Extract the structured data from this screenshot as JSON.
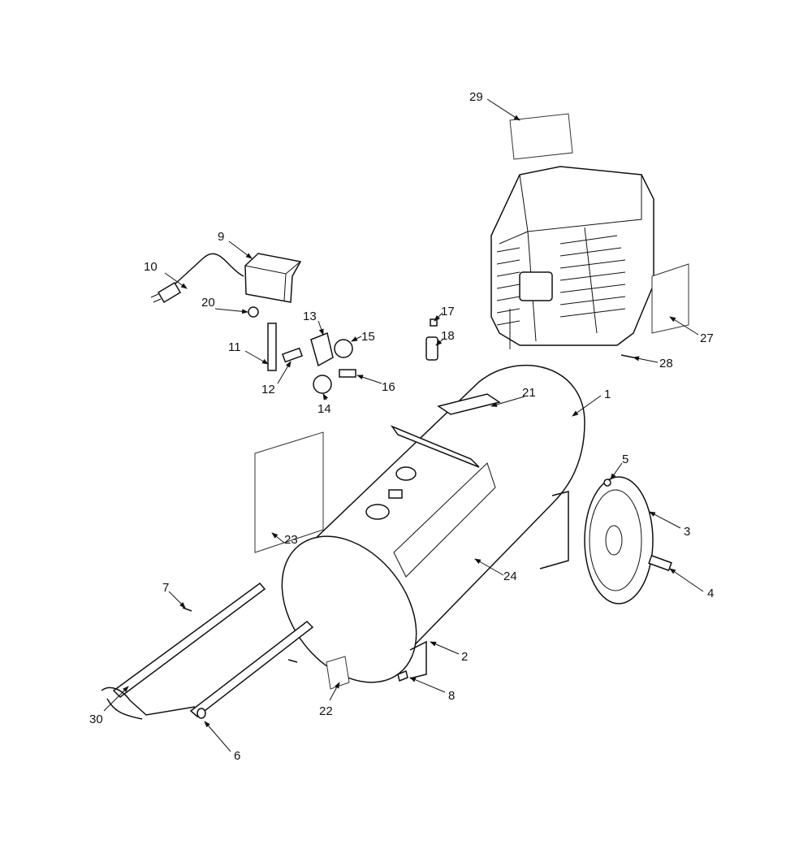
{
  "diagram": {
    "callouts": {
      "c1": "1",
      "c2": "2",
      "c3": "3",
      "c4": "4",
      "c5": "5",
      "c6": "6",
      "c7": "7",
      "c8": "8",
      "c9": "9",
      "c10": "10",
      "c11": "11",
      "c12": "12",
      "c13": "13",
      "c14": "14",
      "c15": "15",
      "c16": "16",
      "c17": "17",
      "c18": "18",
      "c20": "20",
      "c21": "21",
      "c22": "22",
      "c23": "23",
      "c24": "24",
      "c27": "27",
      "c28": "28",
      "c29": "29",
      "c30": "30"
    }
  }
}
